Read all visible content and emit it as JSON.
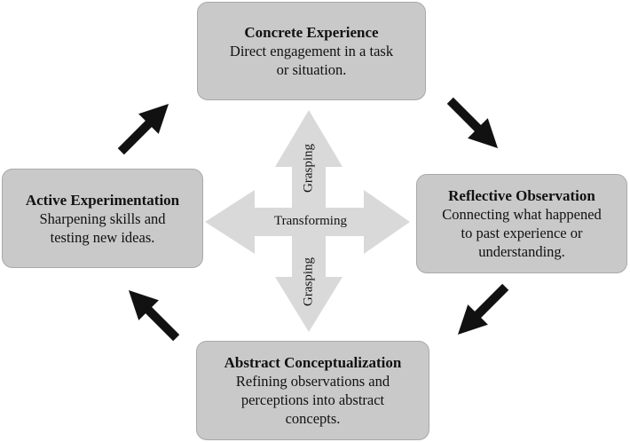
{
  "stages": {
    "concrete": {
      "title": "Concrete Experience",
      "line1": "Direct engagement in a task",
      "line2": "or situation."
    },
    "reflective": {
      "title": "Reflective Observation",
      "line1": "Connecting what happened",
      "line2": "to past experience or",
      "line3": "understanding."
    },
    "abstract": {
      "title": "Abstract Conceptualization",
      "line1": "Refining observations and",
      "line2": "perceptions into abstract",
      "line3": "concepts."
    },
    "active": {
      "title": "Active Experimentation",
      "line1": "Sharpening skills and",
      "line2": "testing new ideas."
    }
  },
  "center": {
    "top_label": "Grasping",
    "bottom_label": "Grasping",
    "horizontal_label": "Transforming"
  },
  "colors": {
    "box_fill": "#c9c9c9",
    "cross_fill": "#d9d9d9",
    "cycle_arrow": "#111111"
  }
}
